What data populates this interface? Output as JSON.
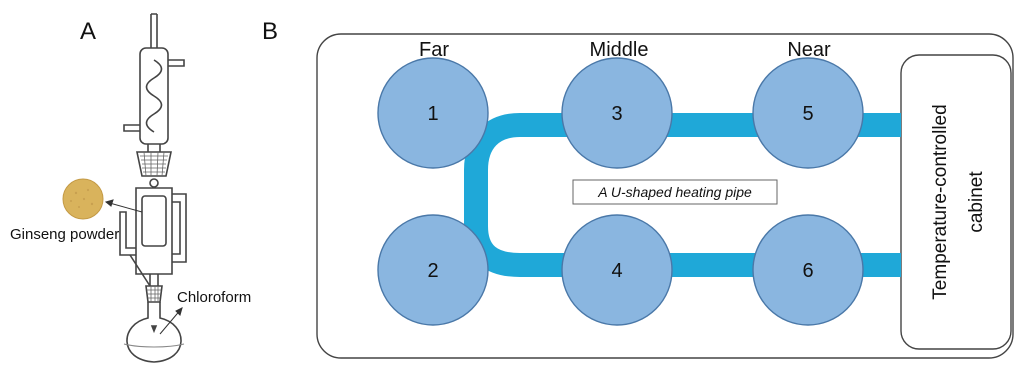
{
  "panel_a": {
    "label": "A",
    "powder_label": "Ginseng powder",
    "solvent_label": "Chloroform",
    "colors": {
      "glass": "#444444",
      "powder": "#d9b35c",
      "net": "#555555"
    }
  },
  "panel_b": {
    "label": "B",
    "column_labels": [
      "Far",
      "Middle",
      "Near"
    ],
    "positions": [
      "1",
      "2",
      "3",
      "4",
      "5",
      "6"
    ],
    "pipe_label": "A U-shaped heating pipe",
    "cabinet_label_lines": [
      "Temperature-controlled",
      "cabinet"
    ],
    "colors": {
      "circle_fill": "#8ab6e0",
      "circle_stroke": "#4a78a8",
      "pipe": "#1fa8d8",
      "frame": "#444444"
    }
  }
}
